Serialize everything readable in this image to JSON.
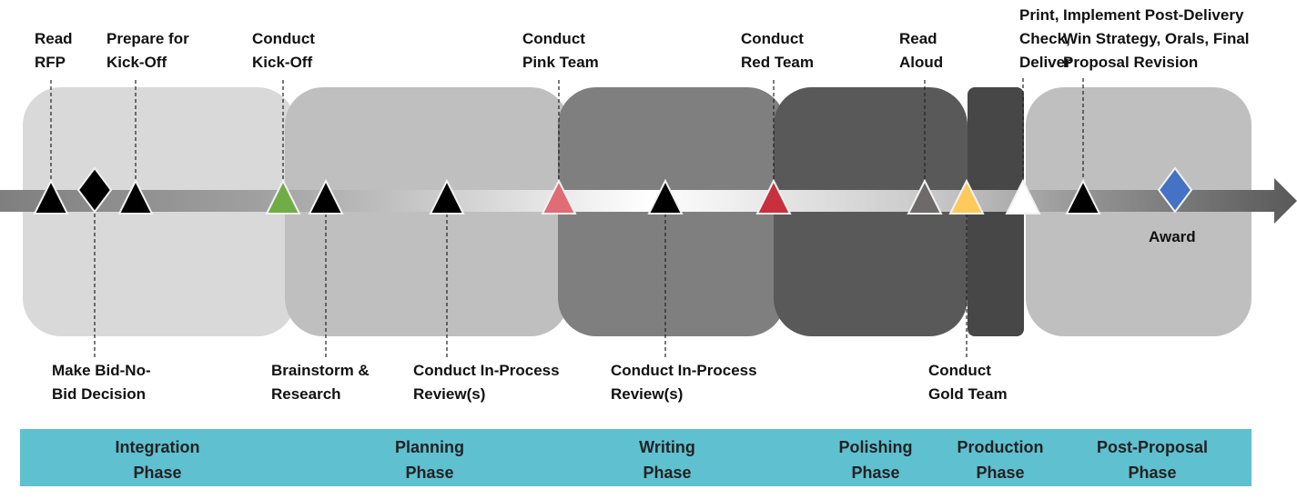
{
  "colors": {
    "integration": "#d9d9d9",
    "planning": "#bfbfbf",
    "writing": "#7f7f7f",
    "polishing": "#595959",
    "production": "#474747",
    "post_proposal": "#bfbfbf",
    "phase_bar": "#5fc0d0"
  },
  "milestones": [
    {
      "shape": "triangle",
      "color": "#000000",
      "label1": "Read",
      "label2": "RFP",
      "side": "top"
    },
    {
      "shape": "diamond",
      "color": "#000000",
      "label1": "Make Bid-No-",
      "label2": "Bid Decision",
      "side": "bottom"
    },
    {
      "shape": "triangle",
      "color": "#000000",
      "label1": "Prepare for",
      "label2": "Kick-Off",
      "side": "top"
    },
    {
      "shape": "triangle",
      "color": "#70ad47",
      "label1": "Conduct",
      "label2": "Kick-Off",
      "side": "top"
    },
    {
      "shape": "triangle",
      "color": "#000000",
      "label1": "Brainstorm &",
      "label2": "Research",
      "side": "bottom"
    },
    {
      "shape": "triangle",
      "color": "#000000",
      "label1": "Conduct In-Process",
      "label2": "Review(s)",
      "side": "bottom"
    },
    {
      "shape": "triangle",
      "color": "#e06c75",
      "label1": "Conduct",
      "label2": "Pink Team",
      "side": "top"
    },
    {
      "shape": "triangle",
      "color": "#000000",
      "label1": "Conduct In-Process",
      "label2": "Review(s)",
      "side": "bottom"
    },
    {
      "shape": "triangle",
      "color": "#c9303e",
      "label1": "Conduct",
      "label2": "Red Team",
      "side": "top"
    },
    {
      "shape": "triangle",
      "color": "#6e6a6a",
      "label1": "Read",
      "label2": "Aloud",
      "side": "top"
    },
    {
      "shape": "triangle",
      "color": "#ffc95e",
      "label1": "Conduct",
      "label2": "Gold Team",
      "side": "bottom"
    },
    {
      "shape": "triangle",
      "color": "#ffffff",
      "label1": "Print,",
      "label2": "Check,",
      "label3": "Deliver",
      "side": "top"
    },
    {
      "shape": "triangle",
      "color": "#000000",
      "label1": "Implement Post-Delivery",
      "label2": "Win Strategy, Orals, Final",
      "label3": "Proposal Revision",
      "side": "top"
    },
    {
      "shape": "diamond",
      "color": "#4472c4",
      "label1": "Award",
      "side": "bottom"
    }
  ],
  "phases": [
    {
      "line1": "Integration",
      "line2": "Phase"
    },
    {
      "line1": "Planning",
      "line2": "Phase"
    },
    {
      "line1": "Writing",
      "line2": "Phase"
    },
    {
      "line1": "Polishing",
      "line2": "Phase"
    },
    {
      "line1": "Production",
      "line2": "Phase"
    },
    {
      "line1": "Post-Proposal",
      "line2": "Phase"
    }
  ]
}
